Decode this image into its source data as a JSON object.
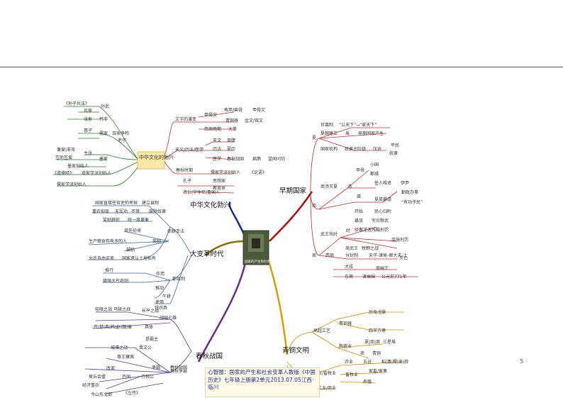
{
  "page_number": "5",
  "center_image_label": "国家的产生和社会的变革",
  "caption": "心智图：国家的产生和社会变革人教版《中国历史》七年级上册第2单元2013.07.05江西·临川",
  "branches": {
    "culture": "中华文化勃兴",
    "reform": "大变革时代",
    "war": "春秋战国",
    "early": "早期国家",
    "bronze": "青铜文明"
  },
  "culture": {
    "sub": "中华文化的勃兴",
    "writing": "文字的演变",
    "writing_items": [
      "甲骨文",
      "龟甲/兽骨",
      "甲骨文",
      "青铜器",
      "金文/铭文",
      "西周晚期",
      "大篆"
    ],
    "science": "天文/历法/医学",
    "science_items": [
      "天文",
      "周髀",
      "历法",
      "夏历",
      "医学",
      "春秋战国",
      "扁鹊",
      "望闻问切"
    ],
    "hundred": "百家争鸣",
    "schools": [
      "《孙子兵法》",
      "孙武",
      "兵家",
      "法家",
      "韩非",
      "惠子",
      "儒家",
      "墨家",
      "兼爱|非攻",
      "主张",
      "互助互爱",
      "墨家创始人",
      "老子",
      "《道德经》",
      "道家学派创始人",
      "孔子",
      "儒家学派创始人",
      "《论语》",
      "思想家",
      "教育家",
      "名丘|字仲尼|鲁国人",
      "春秋时期",
      "儒家学派创始人"
    ]
  },
  "reform": {
    "lumps": [
      "商鞅变法",
      "国家直接任官吏的考核",
      "建立县制",
      "重农抑商",
      "无军功",
      "不赏",
      "废除奴隶",
      "奖励耕织",
      "统一度量衡",
      "可先征收",
      "生产粮食布帛多的人",
      "奖励",
      "鼓励",
      "允许自由买卖",
      "国家承认土地私有",
      "郡县制",
      "推行",
      "增强大片农田",
      "作用",
      "推动",
      "牛耕",
      "使用",
      "铁农具"
    ]
  },
  "war": {
    "items": [
      "战国七雄",
      "春秋战国",
      "长平之战",
      "桂陵之战",
      "马陵之战",
      "齐|楚|燕|韩|赵|魏|秦",
      "具体",
      "春秋争霸",
      "是霸主",
      "城濮之战",
      "晋文公",
      "尊王攘夷",
      "齐桓公",
      "改革",
      "齐国",
      "经济重农",
      "葵丘会盟",
      "争霸",
      "今山东北部",
      "《左传》"
    ]
  },
  "early": {
    "xia": "夏",
    "xia_items": [
      "世袭制",
      "“公天下”→“家天下”",
      "夏朝建立",
      "禹",
      "早期国家产生",
      "国家机构",
      "奴隶主阶级",
      "压迫",
      "平民",
      "奴隶"
    ],
    "shang": "商",
    "shang_items": [
      "商汤灭夏",
      "汤",
      "甲骨",
      "小国",
      "都城",
      "任人唯贤",
      "伊尹",
      "桀",
      "夏桀暴虐",
      "勤政办事",
      "“有功于民”",
      "开始",
      "民心归附"
    ],
    "zhou": "周",
    "zhou_items": [
      "武王伐纣",
      "纣",
      "暴戾",
      "穷兵黩武",
      "残酷刑罚",
      "滥施刑罚",
      "骄奢淫逸",
      "周武王",
      "牧野之战",
      "西周",
      "分封制",
      "天子-诸侯-卿大夫-士",
      "周幽王",
      "犬戎",
      "东周",
      "诸侯国",
      "公元前771年",
      "灭亡"
    ]
  },
  "bronze": {
    "items": [
      "高超工艺",
      "青铜器",
      "后母戊鼎",
      "四羊方尊",
      "陶瓷业",
      "夏|商|周",
      "三星堆",
      "商",
      "青铜",
      "农业/畜牧业",
      "农业",
      "五谷",
      "稻|黍|稷|麦|菽",
      "畜牧业",
      "家畜/家禽",
      "养殖",
      "手工业/商业"
    ]
  }
}
